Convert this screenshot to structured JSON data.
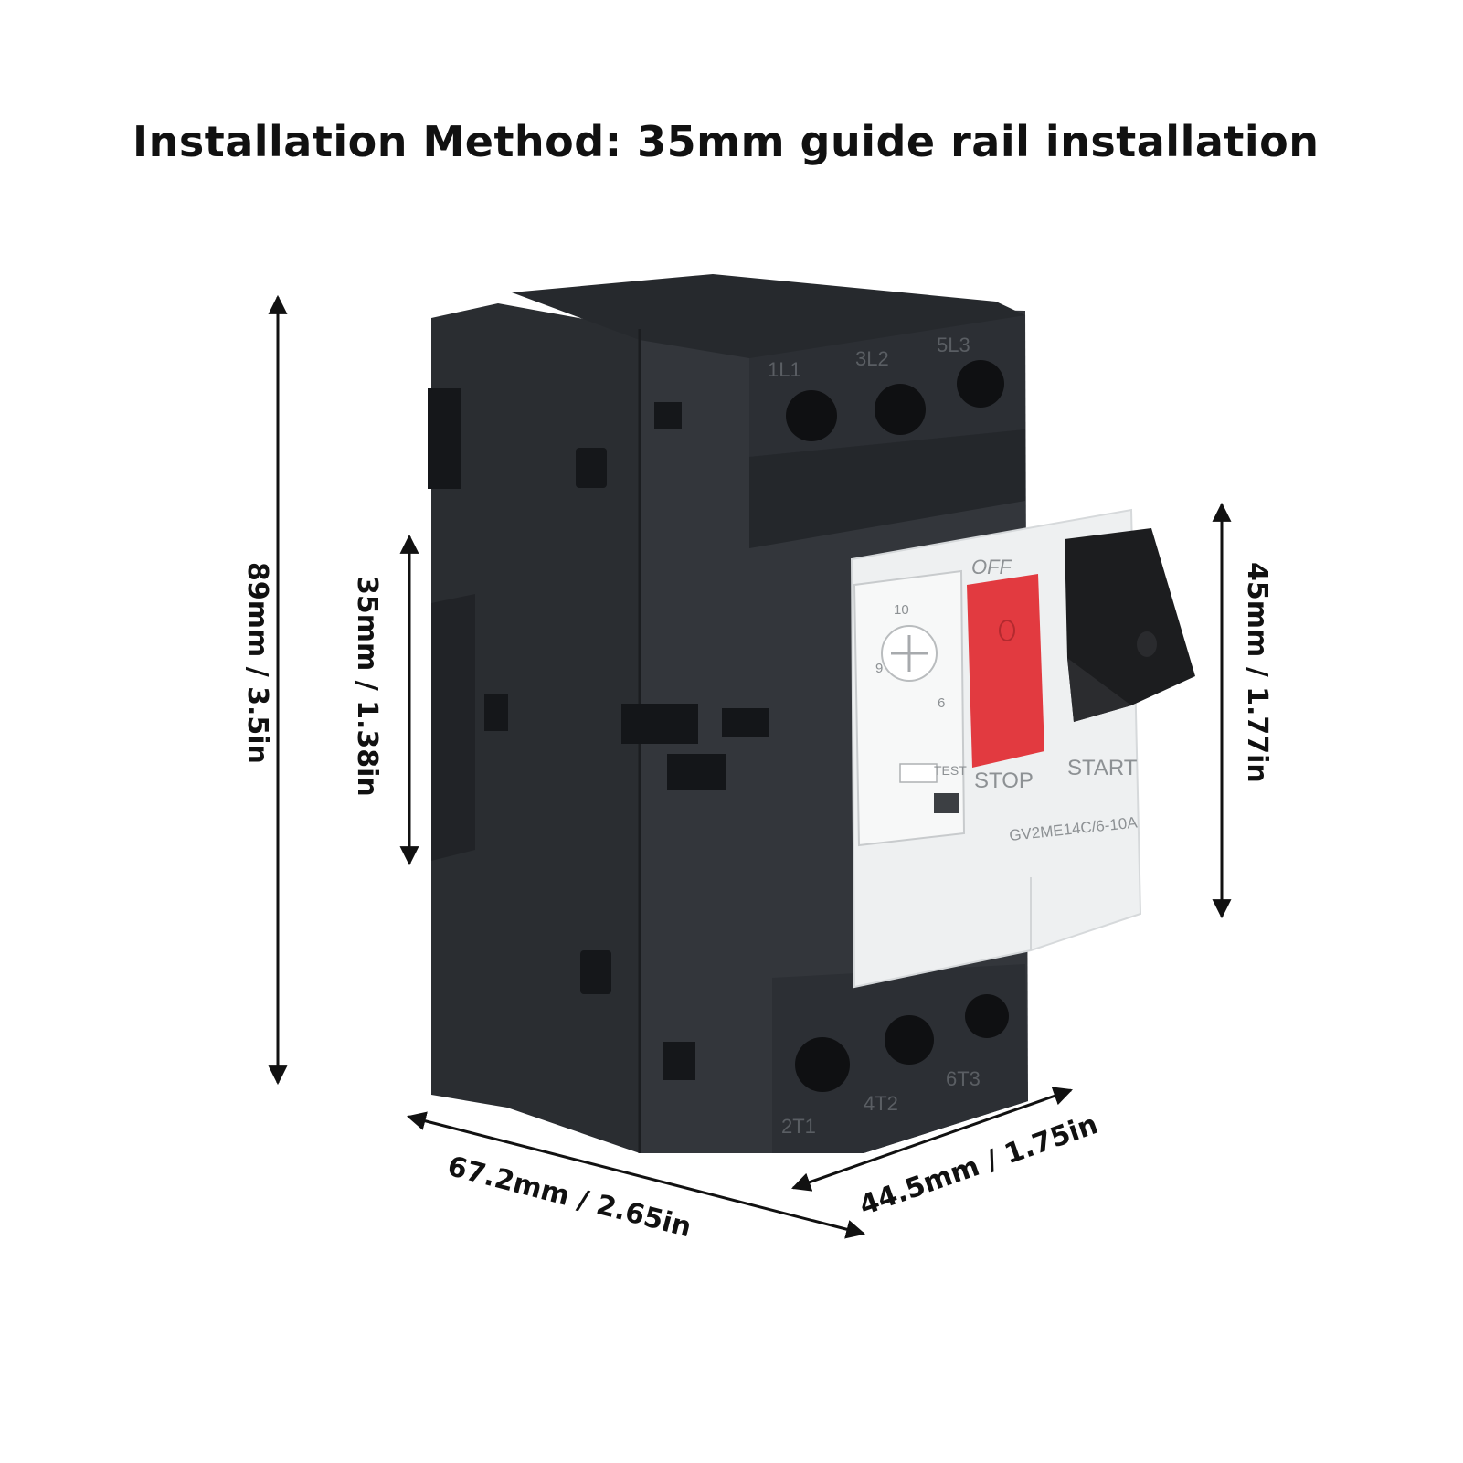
{
  "title": "Installation Method: 35mm guide rail installation",
  "dimensions": {
    "height_total": "89mm / 3.5in",
    "rail": "35mm / 1.38in",
    "panel_height": "45mm / 1.77in",
    "depth": "67.2mm / 2.65in",
    "width": "44.5mm / 1.75in"
  },
  "terminals": {
    "top": [
      "1L1",
      "3L2",
      "5L3"
    ],
    "bottom": [
      "2T1",
      "4T2",
      "6T3"
    ]
  },
  "panel": {
    "off": "OFF",
    "stop": "STOP",
    "start": "START",
    "test": "TEST",
    "model": "GV2ME14C/6-10A",
    "dial": [
      "10",
      "9",
      "6"
    ]
  },
  "colors": {
    "body": "#2e3136",
    "panel": "#f1f2f3",
    "stop_button": "#e23a40",
    "start_button": "#1c1d1f"
  }
}
